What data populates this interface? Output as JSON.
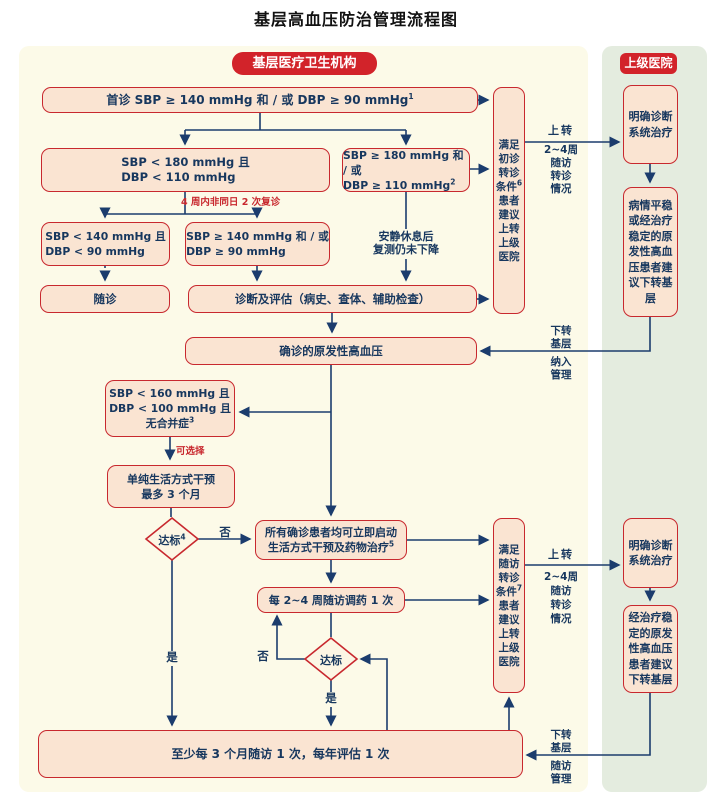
{
  "title": "基层高血压防治管理流程图",
  "panels": {
    "primary": {
      "label": "基层医疗卫生机构"
    },
    "hospital": {
      "label": "上级医院"
    }
  },
  "nodes": {
    "first_visit": {
      "text": "首诊 SBP ≥ 140 mmHg 和 / 或 DBP ≥ 90 mmHg",
      "sup": "1"
    },
    "lt180": {
      "l1": "SBP < 180 mmHg 且",
      "l2": "DBP < 110 mmHg"
    },
    "ge180": {
      "l1": "SBP ≥ 180 mmHg 和 / 或",
      "l2": "DBP ≥ 110 mmHg",
      "sup": "2"
    },
    "lt140": {
      "l1": "SBP < 140 mmHg 且",
      "l2": "DBP < 90 mmHg"
    },
    "ge140": {
      "l1": "SBP ≥ 140 mmHg 和 / 或",
      "l2": "DBP ≥ 90 mmHg"
    },
    "suizhen": {
      "text": "随诊"
    },
    "diag_eval": {
      "text": "诊断及评估（病史、查体、辅助检查）"
    },
    "confirmed": {
      "text": "确诊的原发性高血压"
    },
    "lt160": {
      "l1": "SBP < 160 mmHg 且",
      "l2": "DBP < 100 mmHg 且",
      "l3": "无合并症",
      "sup": "3"
    },
    "lifestyle": {
      "l1": "单纯生活方式干预",
      "l2": "最多 3 个月"
    },
    "treatment": {
      "l1": "所有确诊患者均可立即启动",
      "l2": "生活方式干预及药物治疗",
      "sup": "5"
    },
    "adjust": {
      "text": "每 2~4 周随访调药 1 次"
    },
    "regular": {
      "text": "至少每 3 个月随访 1 次，每年评估 1 次"
    }
  },
  "referral": {
    "initial": {
      "lines": [
        "满足",
        "初诊",
        "转诊",
        "条件",
        "患者",
        "建议",
        "上转",
        "上级",
        "医院"
      ],
      "sup": "6"
    },
    "followup": {
      "lines": [
        "满足",
        "随访",
        "转诊",
        "条件",
        "患者",
        "建议",
        "上转",
        "上级",
        "医院"
      ],
      "sup": "7"
    }
  },
  "hospital_boxes": {
    "diag1": {
      "l1": "明确诊断",
      "l2": "系统治疗"
    },
    "stable1": {
      "text": "病情平稳或经治疗稳定的原发性高血压患者建议下转基层"
    },
    "diag2": {
      "l1": "明确诊断",
      "l2": "系统治疗"
    },
    "stable2": {
      "text": "经治疗稳定的原发性高血压患者建议下转基层"
    }
  },
  "decisions": {
    "d1": {
      "label": "达标",
      "sup": "4"
    },
    "d2": {
      "label": "达标"
    }
  },
  "labels": {
    "revisit": "4 周内非同日 2 次复诊",
    "optional": "可选择",
    "rest_l1": "安静休息后",
    "rest_l2": "复测仍未下降",
    "no1": "否",
    "yes1": "是",
    "no2": "否",
    "yes2": "是",
    "up1_title": "上转",
    "up1": [
      "2~4周",
      "随访",
      "转诊",
      "情况"
    ],
    "up2_title": "上转",
    "up2": [
      "2~4周",
      "随访",
      "转诊",
      "情况"
    ],
    "down1": [
      "下转",
      "基层",
      "纳入",
      "管理"
    ],
    "down2": [
      "下转",
      "基层",
      "随访",
      "管理"
    ]
  },
  "colors": {
    "box_fill": "#FAE4D2",
    "box_border": "#C8282E",
    "badge_red": "#D2232A",
    "text_navy": "#17375E",
    "arrow_navy": "#1B3C6D",
    "panel_cream": "#FCFAE8",
    "panel_green": "#E4ECDF",
    "accent_red": "#C8282E"
  }
}
